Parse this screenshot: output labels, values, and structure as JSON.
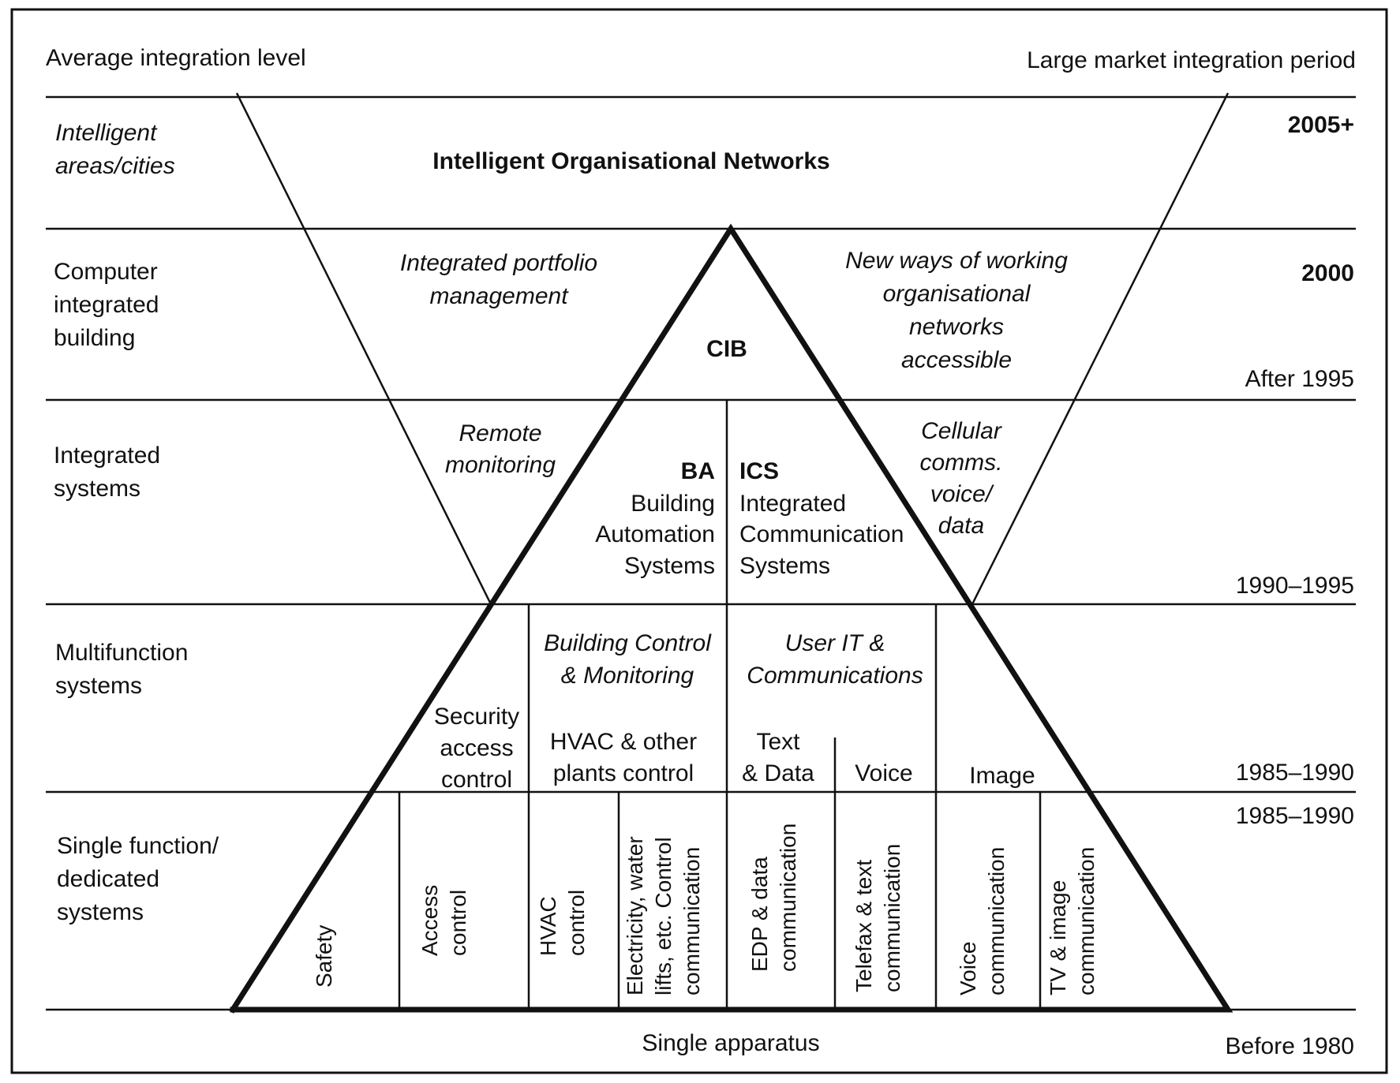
{
  "header": {
    "left": "Average integration level",
    "right": "Large market integration period"
  },
  "levels": {
    "intelligent_areas": [
      "Intelligent",
      "areas/cities"
    ],
    "cib_level": [
      "Computer",
      "integrated",
      "building"
    ],
    "integrated": [
      "Integrated",
      "systems"
    ],
    "multifunction": [
      "Multifunction",
      "systems"
    ],
    "single": [
      "Single function/",
      "dedicated",
      "systems"
    ]
  },
  "periods": {
    "p2005": "2005+",
    "p2000": "2000",
    "after1995": "After 1995",
    "p1990": "1990–1995",
    "p1985a": "1985–1990",
    "p1985b": "1985–1990",
    "before1980": "Before 1980"
  },
  "top_title": "Intelligent Organisational Networks",
  "cib": {
    "label": "CIB",
    "left": [
      "Integrated portfolio",
      "management"
    ],
    "right": [
      "New ways of working",
      "organisational",
      "networks",
      "accessible"
    ]
  },
  "integrated": {
    "left": [
      "Remote",
      "monitoring"
    ],
    "ba": [
      "BA",
      "Building",
      "Automation",
      "Systems"
    ],
    "ics": [
      "ICS",
      "Integrated",
      "Communication",
      "Systems"
    ],
    "right": [
      "Cellular",
      "comms.",
      "voice/",
      "data"
    ]
  },
  "multifunction": {
    "building_control": [
      "Building Control",
      "& Monitoring"
    ],
    "user_it": [
      "User IT &",
      "Communications"
    ],
    "security": [
      "Security",
      "access",
      "control"
    ],
    "hvac_plants": [
      "HVAC & other",
      "plants control"
    ],
    "text_data": [
      "Text",
      "& Data"
    ],
    "voice": "Voice",
    "image": "Image"
  },
  "single_functions": [
    [
      "Safety"
    ],
    [
      "Access",
      "control"
    ],
    [
      "HVAC",
      "control"
    ],
    [
      "Electricity, water",
      "lifts, etc. Control",
      "communication"
    ],
    [
      "EDP & data",
      "communication"
    ],
    [
      "Telefax & text",
      "communication"
    ],
    [
      "Voice",
      "communication"
    ],
    [
      "TV & image",
      "communication"
    ]
  ],
  "base": "Single apparatus"
}
